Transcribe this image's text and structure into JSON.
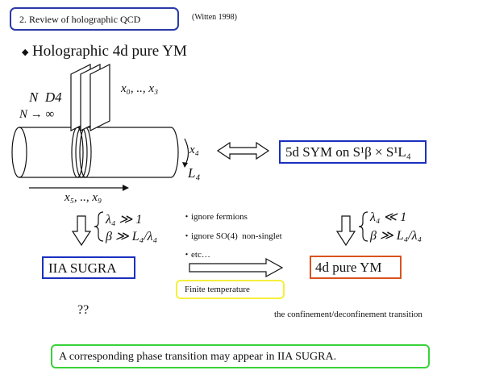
{
  "header": {
    "section_title": "2. Review of holographic QCD",
    "citation": "(Witten 1998)"
  },
  "slide": {
    "heading": "Holographic 4d pure YM",
    "bullet_glyph": "◆",
    "colors": {
      "section_border": "#2b3aa8",
      "blue_box": "#1a2fbf",
      "orange_box": "#d9531e",
      "yellow_box": "#f5ef3a",
      "green_box": "#39d33a"
    }
  },
  "diagram": {
    "n_d4": "N  D4",
    "n_limit": "N → ∞",
    "x_brane_coords": "x₀, .., x₃",
    "x4_label": "x₄",
    "L4_label": "L₄",
    "x_transverse": "x₅, .., x₉",
    "sym_box": "5d SYM on S¹β × S¹L₄",
    "sugra_box": "IIA SUGRA",
    "ym_box": "4d pure YM",
    "left_cond_1": "λ₄ ≫ 1",
    "left_cond_2": "β ≫ L₄/λ₄",
    "right_cond_1": "λ₄ ≪ 1",
    "right_cond_2": "β ≫ L₄/λ₄",
    "notes": [
      "・ignore fermions",
      "・ignore SO(4)  non-singlet",
      "・etc…"
    ],
    "finite_temp": "Finite temperature",
    "question": "??",
    "transition": "the confinement/deconfinement transition"
  },
  "footer": {
    "conclusion": "A corresponding phase transition may appear in IIA SUGRA."
  }
}
